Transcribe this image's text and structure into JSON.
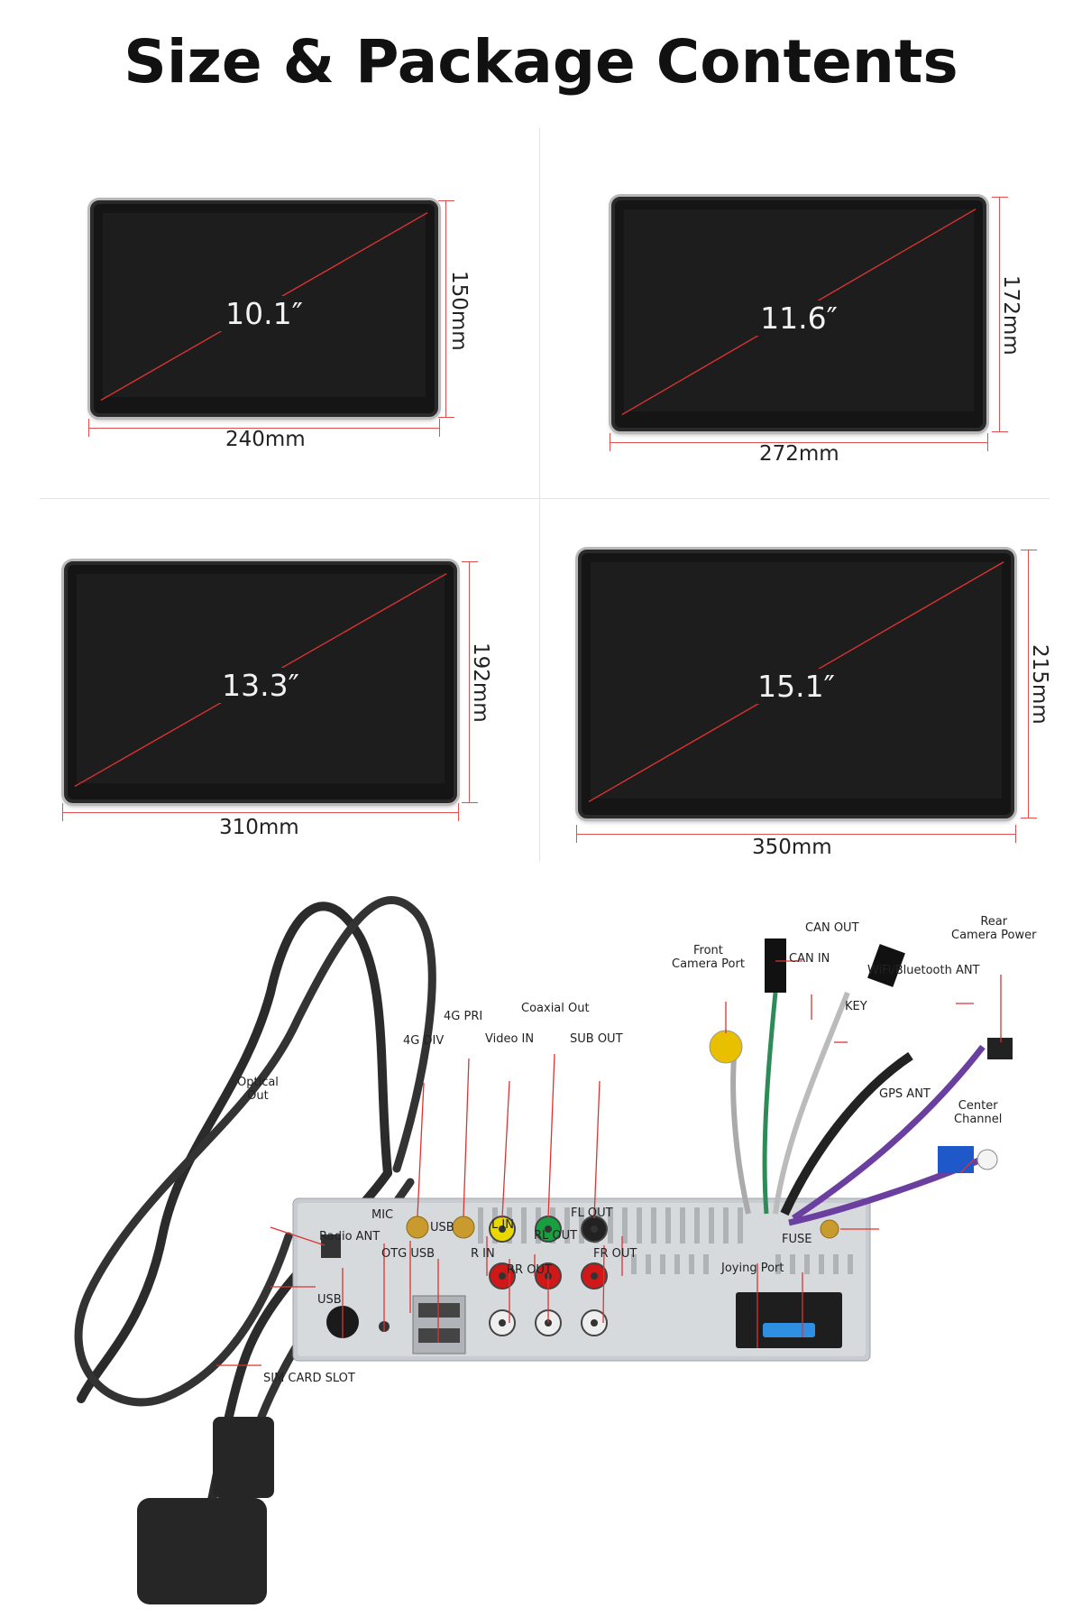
{
  "page": {
    "title": "Size & Package Contents"
  },
  "screens": [
    {
      "size": "10.1″",
      "width": "240mm",
      "height": "150mm"
    },
    {
      "size": "11.6″",
      "width": "272mm",
      "height": "172mm"
    },
    {
      "size": "13.3″",
      "width": "310mm",
      "height": "192mm"
    },
    {
      "size": "15.1″",
      "width": "350mm",
      "height": "215mm"
    }
  ],
  "ports": {
    "can_out": "CAN OUT",
    "rear_camera_power": "Rear\nCamera Power",
    "front_camera_port": "Front\nCamera Port",
    "can_in": "CAN IN",
    "wifi_bt_ant": "WiFi/Bluetooth ANT",
    "key": "KEY",
    "g4_pri": "4G PRI",
    "coaxial_out": "Coaxial Out",
    "g4_div": "4G DIV",
    "video_in": "Video IN",
    "sub_out": "SUB OUT",
    "gps_ant": "GPS ANT",
    "optical_out": "Optical\nOut",
    "center_channel": "Center\nChannel",
    "mic": "MIC",
    "fl_out": "FL OUT",
    "l_in": "L IN",
    "radio_ant": "Radio ANT",
    "usb": "USB",
    "rl_out": "RL OUT",
    "fuse": "FUSE",
    "otg_usb": "OTG USB",
    "r_in": "R IN",
    "fr_out": "FR OUT",
    "rr_out": "RR OUT",
    "joying_port": "Joying Port",
    "usb_cable": "USB",
    "sim_card_slot": "SIM CARD SLOT"
  },
  "colors": {
    "measure": "#e05050",
    "screen": "#1d1d1d",
    "bezel": "#2a2a2a"
  }
}
